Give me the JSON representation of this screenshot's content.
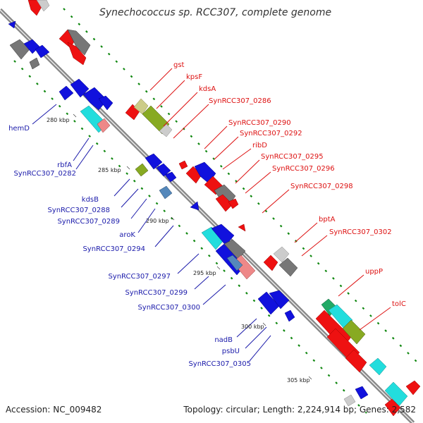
{
  "title": "Synechococcus sp. RCC307, complete genome",
  "footer": {
    "accession": "Accession: NC_009482",
    "summary": "Topology: circular; Length: 2,224,914 bp; Genes: 2,582"
  },
  "ticks": [
    "280 kbp",
    "285 kbp",
    "290 kbp",
    "295 kbp",
    "300 kbp",
    "305 kbp"
  ],
  "labels_forward": [
    "gst",
    "kpsF",
    "kdsA",
    "SynRCC307_0286",
    "SynRCC307_0290",
    "SynRCC307_0292",
    "ribD",
    "SynRCC307_0295",
    "SynRCC307_0296",
    "SynRCC307_0298",
    "bptA",
    "SynRCC307_0302",
    "uppP",
    "tolC"
  ],
  "labels_reverse": [
    "hemD",
    "rbfA",
    "SynRCC307_0282",
    "kdsB",
    "SynRCC307_0288",
    "SynRCC307_0289",
    "aroK",
    "SynRCC307_0294",
    "SynRCC307_0297",
    "SynRCC307_0299",
    "SynRCC307_0300",
    "nadB",
    "psbU",
    "SynRCC307_0305"
  ],
  "colors": {
    "forward_label": "#dd1111",
    "reverse_label": "#1a1aaa",
    "red_gene": "#ee1111",
    "blue_gene": "#1111dd",
    "gray_gene": "#777777",
    "light_gray_gene": "#cccccc",
    "olive_gene": "#88aa22",
    "light_olive_gene": "#cccc88",
    "cyan_gene": "#22dddd",
    "pink_gene": "#ee8888",
    "steel_gene": "#5588bb",
    "green_gene": "#22aa66",
    "backbone": "#888888",
    "tick_dash": "#118811"
  }
}
